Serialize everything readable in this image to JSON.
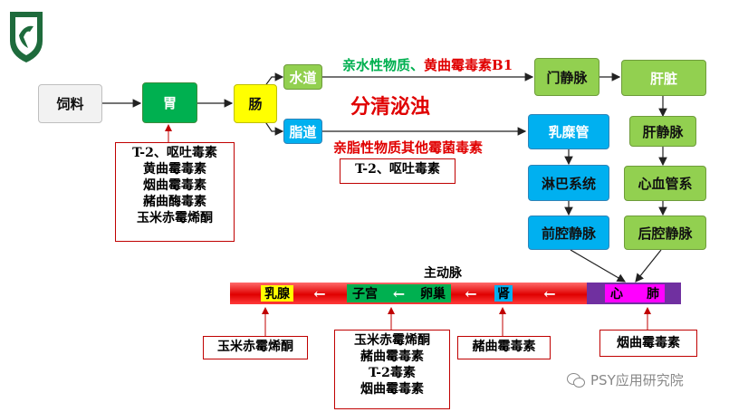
{
  "logo": {
    "name": "shield-logo-icon"
  },
  "flow": {
    "feed": "饲料",
    "stomach": "胃",
    "intestine": "肠",
    "water_path": "水道",
    "fat_path": "脂道",
    "portal_vein": "门静脉",
    "liver": "肝脏",
    "hepatic_vein": "肝静脉",
    "cardiovascular": "心血管系",
    "posterior_vena_cava": "后腔静脉",
    "thoracic_duct": "乳糜管",
    "lymph": "淋巴系统",
    "anterior_vena_cava": "前腔静脉"
  },
  "annotations": {
    "hydrophilic": "亲水性物质、",
    "hydrophilic_red": "黄曲霉毒素B1",
    "separate": "分清泌浊",
    "lipophilic": "亲脂性物质其他霉菌毒素",
    "aorta": "主动脉"
  },
  "toxin_boxes": {
    "stomach": [
      "T-2、呕吐毒素",
      "黄曲霉毒素",
      "烟曲霉毒素",
      "赭曲酶毒素",
      "玉米赤霉烯酮"
    ],
    "fat": [
      "T-2、呕吐毒素"
    ],
    "mammary": [
      "玉米赤霉烯酮"
    ],
    "uterus": [
      "玉米赤霉烯酮",
      "赭曲霉毒素",
      "T-2毒素",
      "烟曲霉毒素"
    ],
    "kidney": [
      "赭曲霉毒素"
    ],
    "heart_lung": [
      "烟曲霉毒素"
    ]
  },
  "organ_bar": {
    "mammary": "乳腺",
    "uterus": "子宫",
    "ovary": "卵巢",
    "kidney": "肾",
    "heart": "心",
    "lung": "肺",
    "arrow": "←"
  },
  "watermark": "PSY应用研究院",
  "colors": {
    "green": "#00b050",
    "light_green": "#92d050",
    "blue": "#00b0f0",
    "yellow": "#ffff00",
    "red": "#e00000",
    "purple": "#7030a0",
    "magenta": "#ff00ff"
  }
}
